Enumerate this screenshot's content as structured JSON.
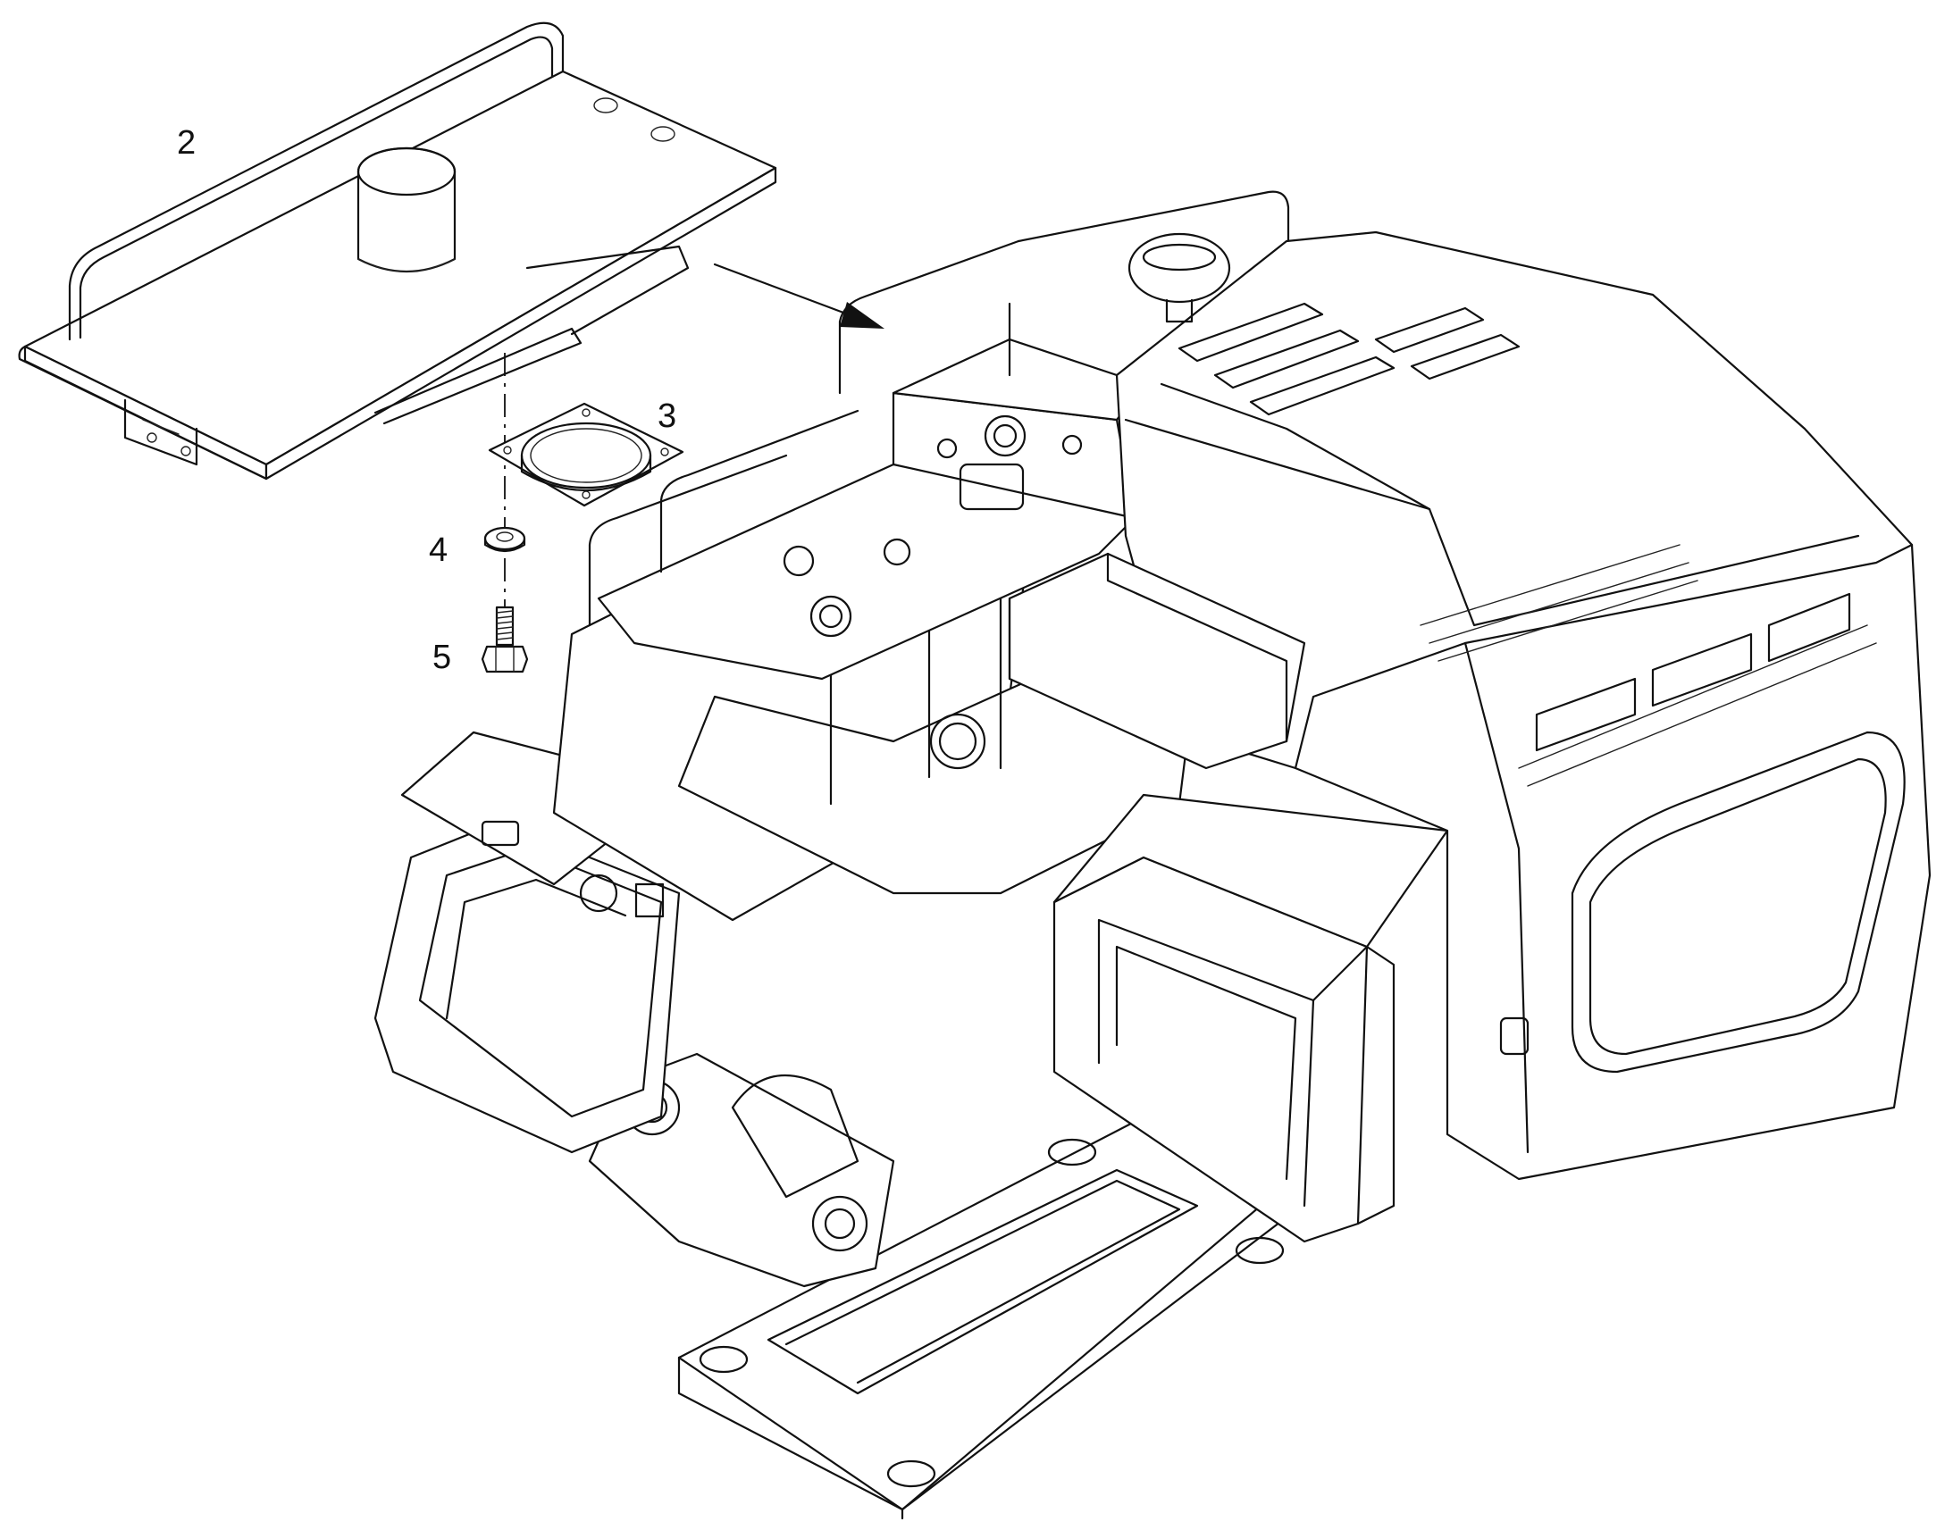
{
  "diagram": {
    "callouts": [
      {
        "label": "2",
        "part": "cover-plate"
      },
      {
        "label": "3",
        "part": "gasket-flange"
      },
      {
        "label": "4",
        "part": "washer"
      },
      {
        "label": "5",
        "part": "bolt"
      }
    ],
    "colors": {
      "line": "#111111",
      "background": "#ffffff"
    }
  }
}
